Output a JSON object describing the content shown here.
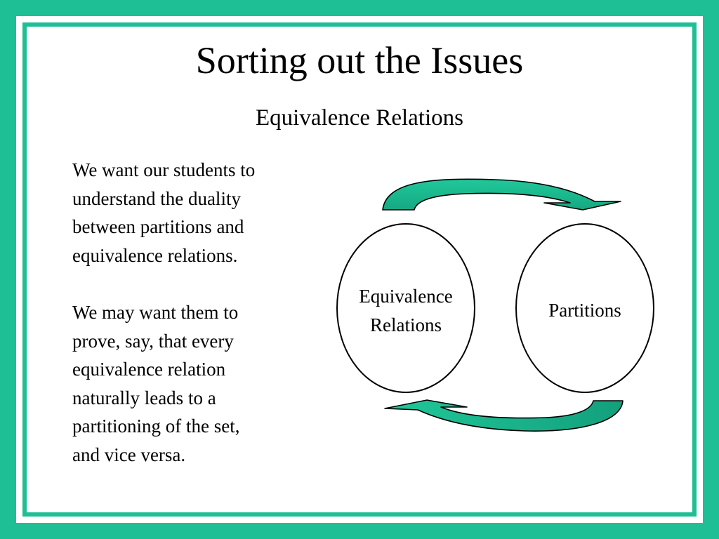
{
  "slide": {
    "title": "Sorting out the Issues",
    "subtitle": "Equivalence Relations",
    "paragraphs": [
      [
        "We want our students to",
        "understand the duality",
        "between partitions and",
        "equivalence relations."
      ],
      [
        "We may want them to",
        "prove, say, that every",
        "equivalence relation",
        "naturally leads to a",
        "partitioning of the set,",
        "and vice versa."
      ]
    ]
  },
  "diagram": {
    "left_node": {
      "line1": "Equivalence",
      "line2": "Relations"
    },
    "right_node": {
      "label": "Partitions"
    },
    "arrows": [
      "left-to-right",
      "right-to-left"
    ]
  },
  "colors": {
    "background": "#1fbf95",
    "arrow_light": "#20c89a",
    "arrow_dark": "#0f8f70",
    "panel": "#ffffff"
  }
}
